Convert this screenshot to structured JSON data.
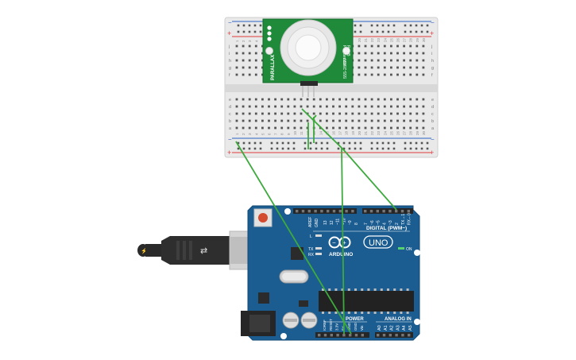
{
  "pir_sensor": {
    "left_labels": [
      "PIR Sensor",
      "Rev B"
    ],
    "brand": "PARALLAX",
    "part_number": "555-28027"
  },
  "arduino": {
    "brand": "ARDUINO",
    "model": "UNO",
    "on_label": "ON",
    "digital_label": "DIGITAL (PWM~)",
    "power_label": "POWER",
    "analog_label": "ANALOG IN",
    "aref_label": "AREF",
    "gnd_label": "GND",
    "l_label": "L",
    "tx_label": "TX",
    "rx_label": "RX",
    "digital_pins": [
      "13",
      "12",
      "~11",
      "~10",
      "~9",
      "8",
      "7",
      "~6",
      "~5",
      "4",
      "~3",
      "2",
      "TX→1",
      "RX←0"
    ],
    "power_pins": [
      "IOREF",
      "RESET",
      "3.3V",
      "5V",
      "GND",
      "GND",
      "Vin"
    ],
    "analog_pins": [
      "A0",
      "A1",
      "A2",
      "A3",
      "A4",
      "A5"
    ]
  },
  "breadboard": {
    "row_letters_top": [
      "j",
      "i",
      "h",
      "g",
      "f"
    ],
    "row_letters_bottom": [
      "e",
      "d",
      "c",
      "b",
      "a"
    ],
    "column_numbers": [
      "1",
      "2",
      "3",
      "4",
      "5",
      "6",
      "7",
      "8",
      "9",
      "10",
      "11",
      "12",
      "13",
      "14",
      "15",
      "16",
      "17",
      "18",
      "19",
      "20",
      "21",
      "22",
      "23",
      "24",
      "25",
      "26",
      "27",
      "28",
      "29",
      "30"
    ]
  },
  "colors": {
    "wire": "#3daa3d",
    "arduino_board": "#1c5d91",
    "pir_board": "#1e8a3a",
    "rail_red": "#e03a3a",
    "rail_blue": "#2c63c4"
  }
}
